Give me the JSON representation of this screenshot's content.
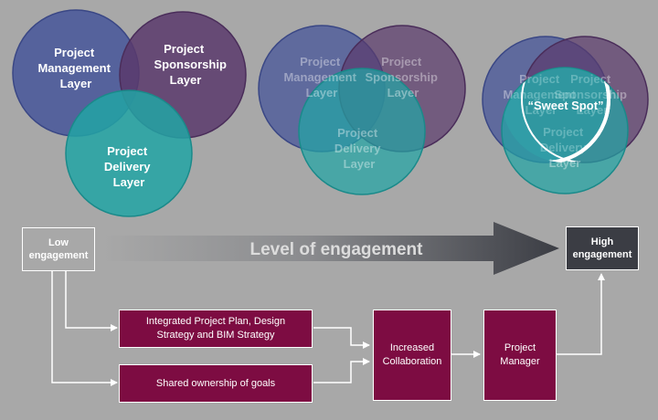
{
  "venn_labels": {
    "management": [
      "Project",
      "Management",
      "Layer"
    ],
    "sponsorship": [
      "Project",
      "Sponsorship",
      "Layer"
    ],
    "delivery": [
      "Project",
      "Delivery",
      "Layer"
    ],
    "sweet_spot": "“Sweet Spot”"
  },
  "engagement": {
    "arrow_label": "Level of engagement",
    "low": [
      "Low",
      "engagement"
    ],
    "high": [
      "High",
      "engagement"
    ]
  },
  "flow": {
    "plan": [
      "Integrated Project Plan, Design",
      "Strategy and BIM Strategy"
    ],
    "goals": "Shared ownership of goals",
    "collaboration": [
      "Increased",
      "Collaboration"
    ],
    "manager": [
      "Project",
      "Manager"
    ]
  },
  "colors": {
    "background": "#a8a8a8",
    "management": "#47569a",
    "sponsorship": "#5b3a6c",
    "delivery": "#22a5a5",
    "maroon": "#7d0c42",
    "dark_box": "#3b3d44"
  }
}
